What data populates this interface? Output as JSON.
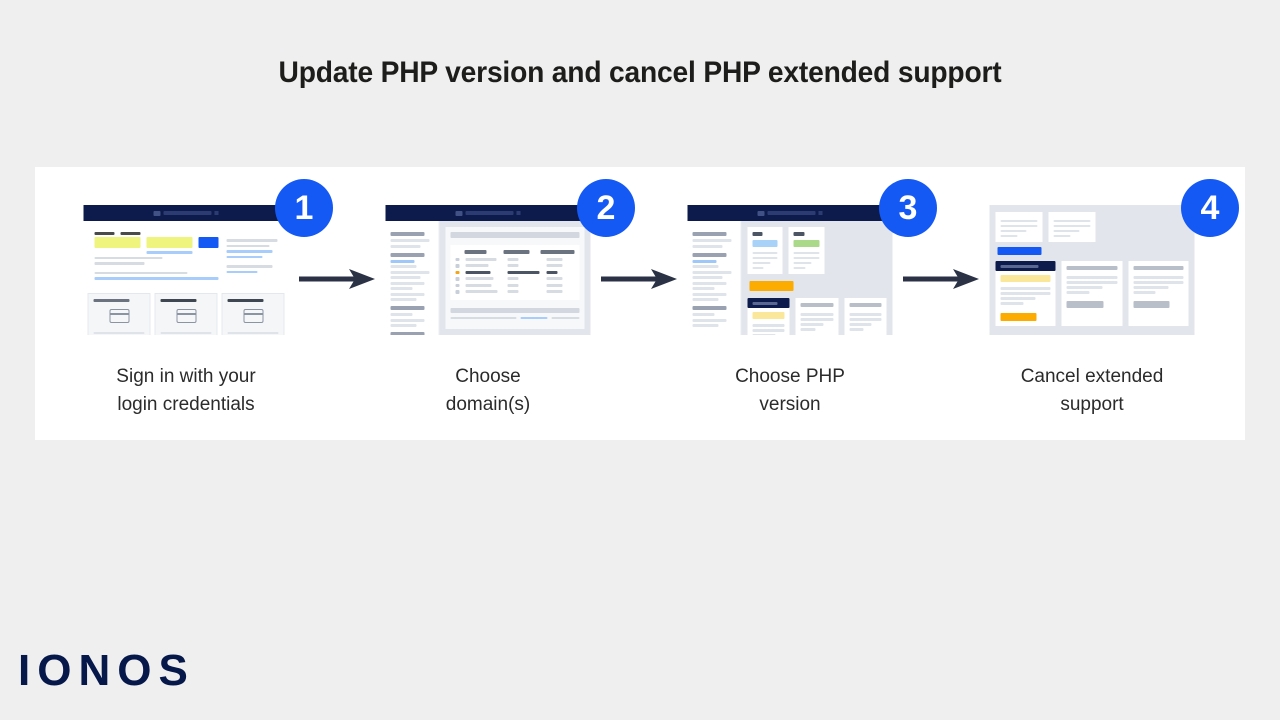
{
  "page": {
    "title": "Update PHP version and cancel PHP extended support",
    "background_color": "#efefef",
    "brand_logo_text": "IONOS",
    "brand_logo_color": "#06184a"
  },
  "theme": {
    "accent_blue": "#1559f5",
    "navy": "#0d1b4c",
    "orange": "#fcab00",
    "yellow_field": "#eff47f",
    "badge_yellow": "#fbe79a",
    "badge_green": "#abd98a",
    "badge_blue": "#a9d2f8",
    "panel_bg": "#ffffff",
    "screenshot_bg": "#e2e6ec"
  },
  "flow": {
    "arrow_icon": "arrow-right-icon",
    "steps": [
      {
        "number": "1",
        "caption": "Sign in with your login credentials",
        "caption_line1": "Sign in with your",
        "caption_line2": "login credentials",
        "screenshot_name": "login-screen-thumbnail",
        "screenshot_description": "IONOS login page with user and password fields and product cards"
      },
      {
        "number": "2",
        "caption": "Choose domain(s)",
        "caption_line1": "Choose",
        "caption_line2": "domain(s)",
        "screenshot_name": "domain-list-screen-thumbnail",
        "screenshot_description": "Domain table with columns for domain, PHP version and extended support"
      },
      {
        "number": "3",
        "caption": "Choose PHP version",
        "caption_line1": "Choose PHP",
        "caption_line2": "version",
        "screenshot_name": "php-version-screen-thumbnail",
        "screenshot_description": "PHP version selection cards with status badges and orange action button"
      },
      {
        "number": "4",
        "caption": "Cancel extended support",
        "caption_line1": "Cancel extended",
        "caption_line2": "support",
        "screenshot_name": "cancel-support-screen-thumbnail",
        "screenshot_description": "Extended support card highlighted in navy with yellow badge and orange cancel button"
      }
    ]
  }
}
